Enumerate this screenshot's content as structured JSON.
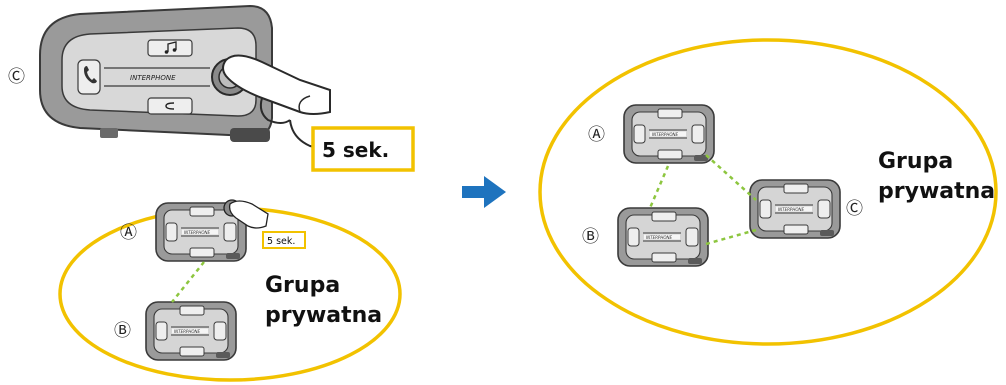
{
  "colors": {
    "ellipse_stroke": "#f2c200",
    "connector": "#8dc63f",
    "arrow": "#1e73be",
    "callout_border": "#f2c200",
    "device_body": "#9a9a9a",
    "device_face": "#d8d8d8"
  },
  "big_device": {
    "label": "Ⓒ",
    "brand": "INTERPHONE",
    "press_time": "5 sek.",
    "top_button_icon": "music-note-icon",
    "bottom_button_icon": "c-letter-icon",
    "side_icon": "phone-icon"
  },
  "left_panel": {
    "devices": [
      {
        "id": "a",
        "label": "Ⓐ",
        "brand": "INTERPHONE"
      },
      {
        "id": "b",
        "label": "Ⓑ",
        "brand": "INTERPHONE"
      }
    ],
    "press_time": "5 sek.",
    "group_line1": "Grupa",
    "group_line2": "prywatna"
  },
  "right_panel": {
    "devices": [
      {
        "id": "a",
        "label": "Ⓐ",
        "brand": "INTERPHONE"
      },
      {
        "id": "b",
        "label": "Ⓑ",
        "brand": "INTERPHONE"
      },
      {
        "id": "c",
        "label": "Ⓒ",
        "brand": "INTERPHONE"
      }
    ],
    "group_line1": "Grupa",
    "group_line2": "prywatna"
  },
  "arrow_icon": "right-arrow-icon"
}
